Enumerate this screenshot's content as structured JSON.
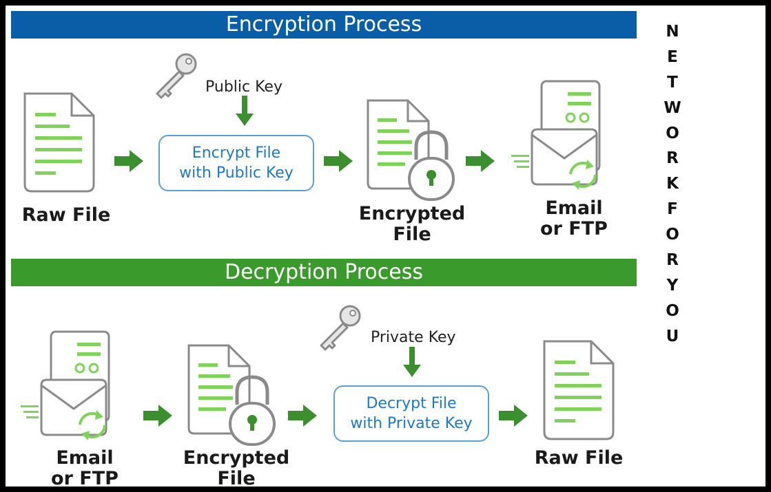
{
  "encryption": {
    "title": "Encryption Process",
    "raw_file": "Raw File",
    "key_label": "Public Key",
    "box_line1": "Encrypt File",
    "box_line2": "with Public Key",
    "encrypted_line1": "Encrypted",
    "encrypted_line2": "File",
    "email_line1": "Email",
    "email_line2": "or FTP"
  },
  "decryption": {
    "title": "Decryption Process",
    "email_line1": "Email",
    "email_line2": "or FTP",
    "encrypted_line1": "Encrypted",
    "encrypted_line2": "File",
    "key_label": "Private Key",
    "box_line1": "Decrypt File",
    "box_line2": "with Private Key",
    "raw_file": "Raw File"
  },
  "side_letters": [
    "N",
    "E",
    "T",
    "W",
    "O",
    "R",
    "K",
    "F",
    "O",
    "R",
    "Y",
    "O",
    "U"
  ],
  "colors": {
    "encryption_banner": "#0a5ea8",
    "decryption_banner": "#3b9a2c",
    "arrow": "#3b8f2e",
    "icon_lines": "#7fd35a",
    "box_border": "#5aa0d8",
    "box_text": "#1e78c8"
  }
}
